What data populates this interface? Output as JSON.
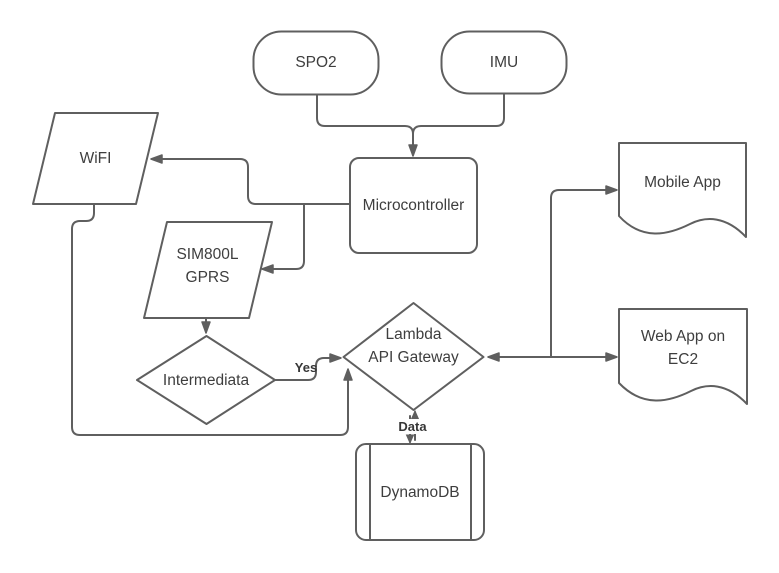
{
  "diagram": {
    "nodes": {
      "spo2": {
        "label": "SPO2"
      },
      "imu": {
        "label": "IMU"
      },
      "microcontroller": {
        "label": "Microcontroller"
      },
      "wifi": {
        "label": "WiFI"
      },
      "sim800l": {
        "label": "SIM800L\nGPRS"
      },
      "intermediata": {
        "label": "Intermediata"
      },
      "lambda_api": {
        "label": "Lambda\nAPI Gateway"
      },
      "mobile_app": {
        "label": "Mobile App"
      },
      "web_app": {
        "label": "Web App on\nEC2"
      },
      "dynamodb": {
        "label": "DynamoDB"
      }
    },
    "edge_labels": {
      "yes": "Yes",
      "data": "Data"
    },
    "colors": {
      "stroke": "#5f5f5f",
      "text": "#3e3e3e",
      "fill": "#ffffff"
    }
  }
}
